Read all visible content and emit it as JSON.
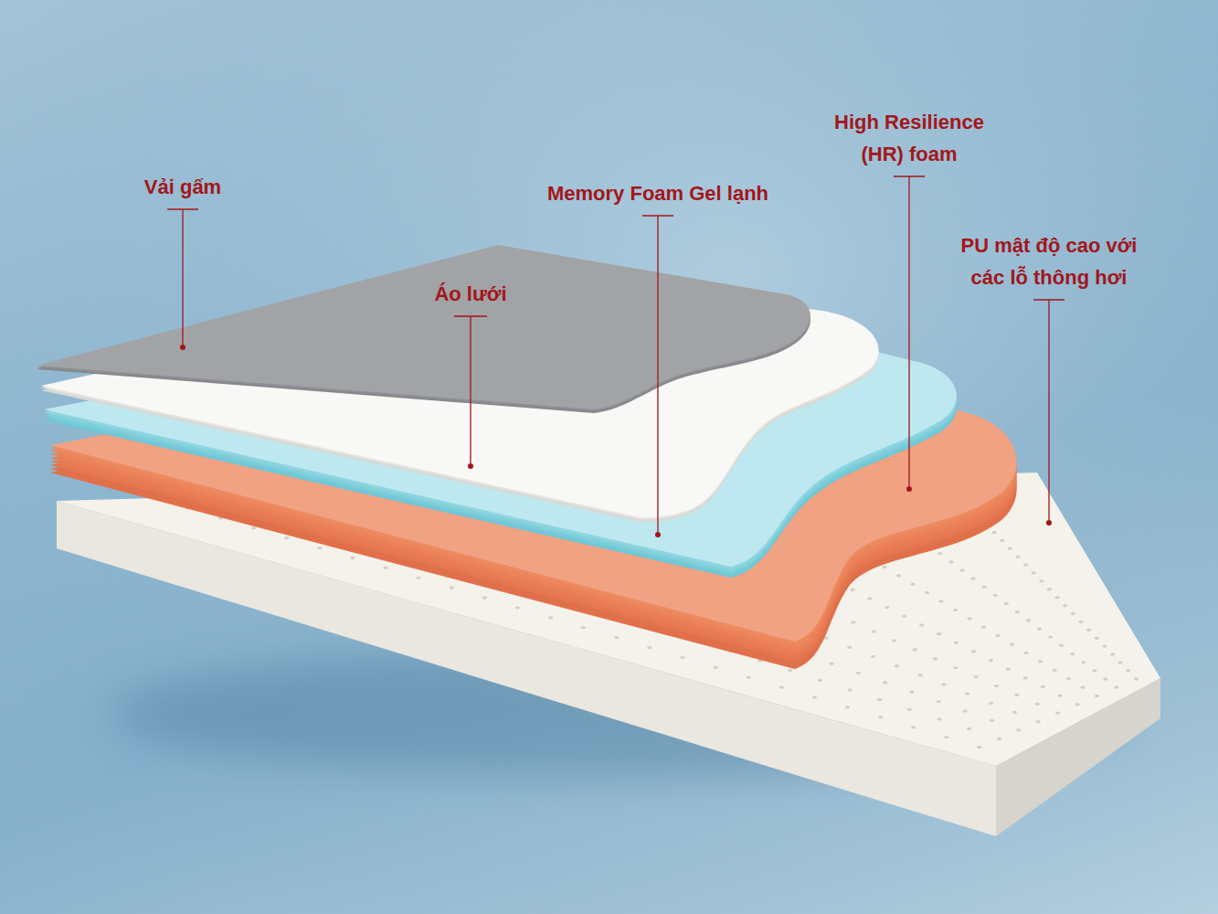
{
  "diagram": {
    "labels": [
      "Vải gấm",
      "Áo lưới",
      "Memory Foam Gel lạnh",
      "High Resilience (HR) foam",
      "PU mật độ cao với các lỗ thông hơi"
    ]
  }
}
